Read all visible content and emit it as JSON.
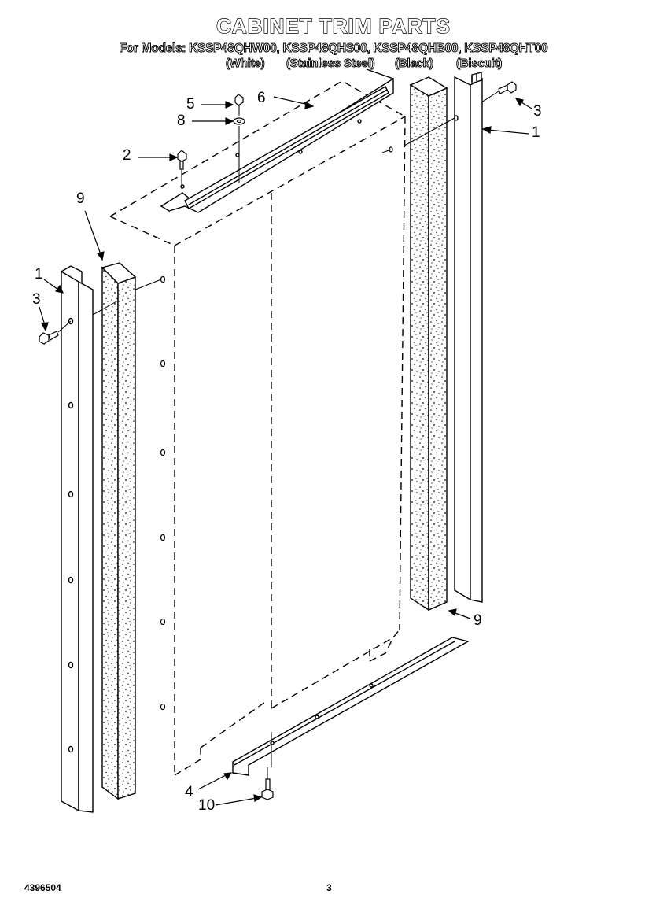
{
  "title": "CABINET TRIM PARTS",
  "models_line": "For Models: KSSP48QHW00, KSSP48QHS00, KSSP48QHB00, KSSP48QHT00",
  "variants": [
    "(White)",
    "(Stainless Steel)",
    "(Black)",
    "(Biscuit)"
  ],
  "callouts": {
    "c1_right": "1",
    "c3_right": "3",
    "c5": "5",
    "c6": "6",
    "c8": "8",
    "c2": "2",
    "c9_left": "9",
    "c1_left": "1",
    "c3_left": "3",
    "c9_right": "9",
    "c4": "4",
    "c10": "10"
  },
  "footer": {
    "doc_number": "4396504",
    "page_number": "3"
  }
}
